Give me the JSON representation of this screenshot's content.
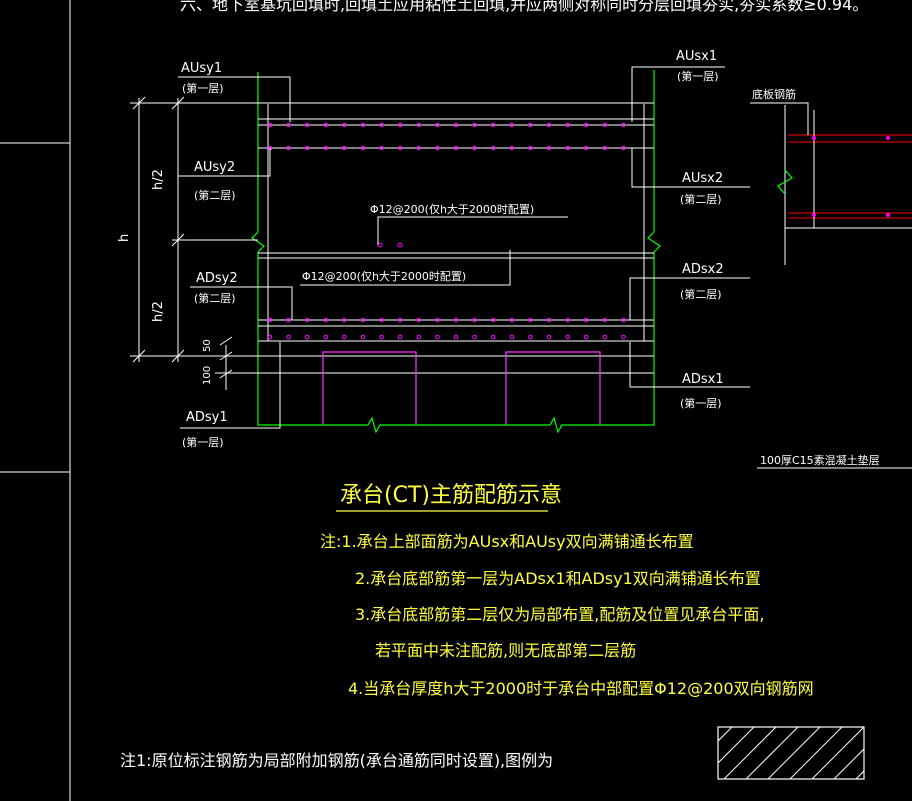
{
  "header_text": "六、地下室基坑回填时,回填土应用粘性土回填,并应两侧对称同时分层回填夯实,夯实系数≥0.94。",
  "labels": {
    "ausy1": "AUsy1",
    "ausy1_layer": "(第一层)",
    "ausy2": "AUsy2",
    "ausy2_layer": "(第二层)",
    "adsy2": "ADsy2",
    "adsy2_layer": "(第二层)",
    "adsy1": "ADsy1",
    "adsy1_layer": "(第一层)",
    "ausx1": "AUsx1",
    "ausx1_layer": "(第一层)",
    "ausx2": "AUsx2",
    "ausx2_layer": "(第二层)",
    "adsx2": "ADsx2",
    "adsx2_layer": "(第二层)",
    "adsx1": "ADsx1",
    "adsx1_layer": "(第一层)",
    "mid_bar_upper": "Φ12@200(仅h大于2000时配置)",
    "mid_bar_lower": "Φ12@200(仅h大于2000时配置)",
    "dim_h": "h",
    "dim_h2_top": "h/2",
    "dim_h2_bottom": "h/2",
    "dim_50": "50",
    "dim_100": "100",
    "bottom_rebar_label": "底板钢筋",
    "cushion_label": "100厚C15素混凝土垫层"
  },
  "title": "承台(CT)主筋配筋示意",
  "notes": [
    "注:1.承台上部面筋为AUsx和AUsy双向满铺通长布置",
    "2.承台底部筋第一层为ADsx1和ADsy1双向满铺通长布置",
    "3.承台底部筋第二层仅为局部布置,配筋及位置见承台平面,",
    "若平面中未注配筋,则无底部第二层筋",
    "4.当承台厚度h大于2000时于承台中部配置Φ12@200双向钢筋网"
  ],
  "footer_note": "注1:原位标注钢筋为局部附加钢筋(承台通筋同时设置),图例为",
  "colors": {
    "background": "#000000",
    "line_white": "#ffffff",
    "line_green": "#00ff00",
    "rebar_magenta": "#ff00ff",
    "pile_magenta": "#ff33ff",
    "text_yellow": "#ffff40",
    "line_red": "#ff0000"
  }
}
